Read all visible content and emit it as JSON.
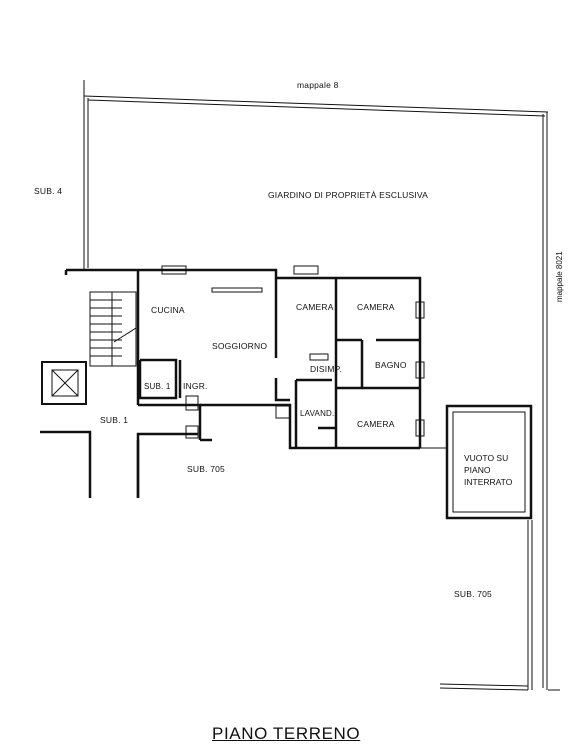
{
  "labels": {
    "mappale_top": "mappale 8",
    "mappale_side": "mappale 8021",
    "sub4": "SUB. 4",
    "garden": "GIARDINO DI PROPRIETÀ ESCLUSIVA",
    "cucina": "CUCINA",
    "soggiorno": "SOGGIORNO",
    "camera1": "CAMERA",
    "camera2": "CAMERA",
    "camera3": "CAMERA",
    "bagno": "BAGNO",
    "disimp": "DISIMP.",
    "lavand": "LAVAND.",
    "sub1_small": "SUB. 1",
    "ingr": "INGR.",
    "sub1": "SUB. 1",
    "sub705_a": "SUB. 705",
    "sub705_b": "SUB. 705",
    "vuoto_1": "VUOTO SU",
    "vuoto_2": "PIANO",
    "vuoto_3": "INTERRATO",
    "floor_title": "PIANO TERRENO"
  },
  "colors": {
    "ink": "#111111",
    "paper": "#ffffff"
  }
}
